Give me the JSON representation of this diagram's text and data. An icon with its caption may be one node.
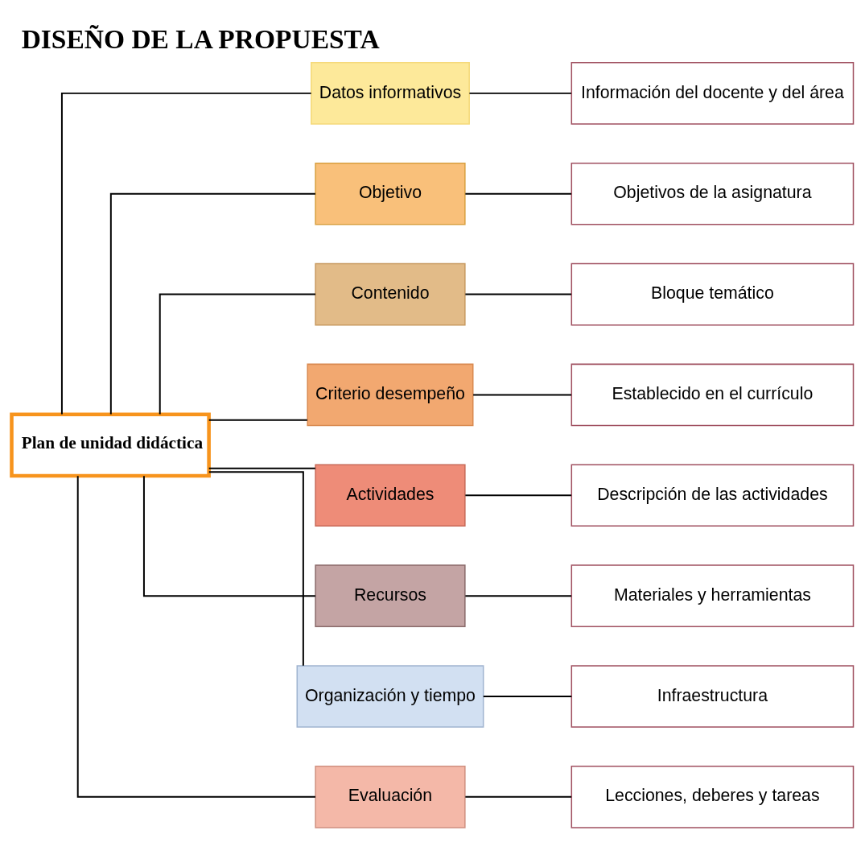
{
  "diagram": {
    "title": "DISEÑO DE LA PROPUESTA",
    "nodes": [
      {
        "text": [
          "Plan de unidad didáctica"
        ]
      },
      {
        "text": [
          "Datos informativos"
        ]
      },
      {
        "text": [
          "Objetivo"
        ]
      },
      {
        "text": [
          "Contenido"
        ]
      },
      {
        "text": [
          "Criterio desempeño"
        ]
      },
      {
        "text": [
          "Actividades"
        ]
      },
      {
        "text": [
          "Recursos"
        ]
      },
      {
        "text": [
          "Organización y tiempo"
        ]
      },
      {
        "text": [
          "Evaluación"
        ]
      },
      {
        "text": [
          "Información del docente y del área"
        ]
      },
      {
        "text": [
          "Objetivos de la asignatura"
        ]
      },
      {
        "text": [
          "Bloque temático"
        ]
      },
      {
        "text": [
          "Establecido en el currículo"
        ]
      },
      {
        "text": [
          "Descripción de las actividades"
        ]
      },
      {
        "text": [
          "Materiales y herramientas"
        ]
      },
      {
        "text": [
          "Infraestructura"
        ]
      },
      {
        "text": [
          "Lecciones, deberes y tareas"
        ]
      }
    ],
    "edges": [
      {
        "from": 0,
        "to": 1,
        "arrow": "none"
      },
      {
        "from": 0,
        "to": 2,
        "arrow": "none"
      },
      {
        "from": 0,
        "to": 3,
        "arrow": "none"
      },
      {
        "from": 0,
        "to": 4,
        "arrow": "none"
      },
      {
        "from": 0,
        "to": 5,
        "arrow": "none"
      },
      {
        "from": 0,
        "to": 6,
        "arrow": "none"
      },
      {
        "from": 0,
        "to": 7,
        "arrow": "none"
      },
      {
        "from": 0,
        "to": 8,
        "arrow": "none"
      },
      {
        "from": 1,
        "to": 9,
        "arrow": "none"
      },
      {
        "from": 2,
        "to": 10,
        "arrow": "none"
      },
      {
        "from": 3,
        "to": 11,
        "arrow": "none"
      },
      {
        "from": 4,
        "to": 12,
        "arrow": "none"
      },
      {
        "from": 5,
        "to": 13,
        "arrow": "none"
      },
      {
        "from": 6,
        "to": 14,
        "arrow": "none"
      },
      {
        "from": 7,
        "to": 15,
        "arrow": "none"
      },
      {
        "from": 8,
        "to": 16,
        "arrow": "none"
      }
    ]
  }
}
